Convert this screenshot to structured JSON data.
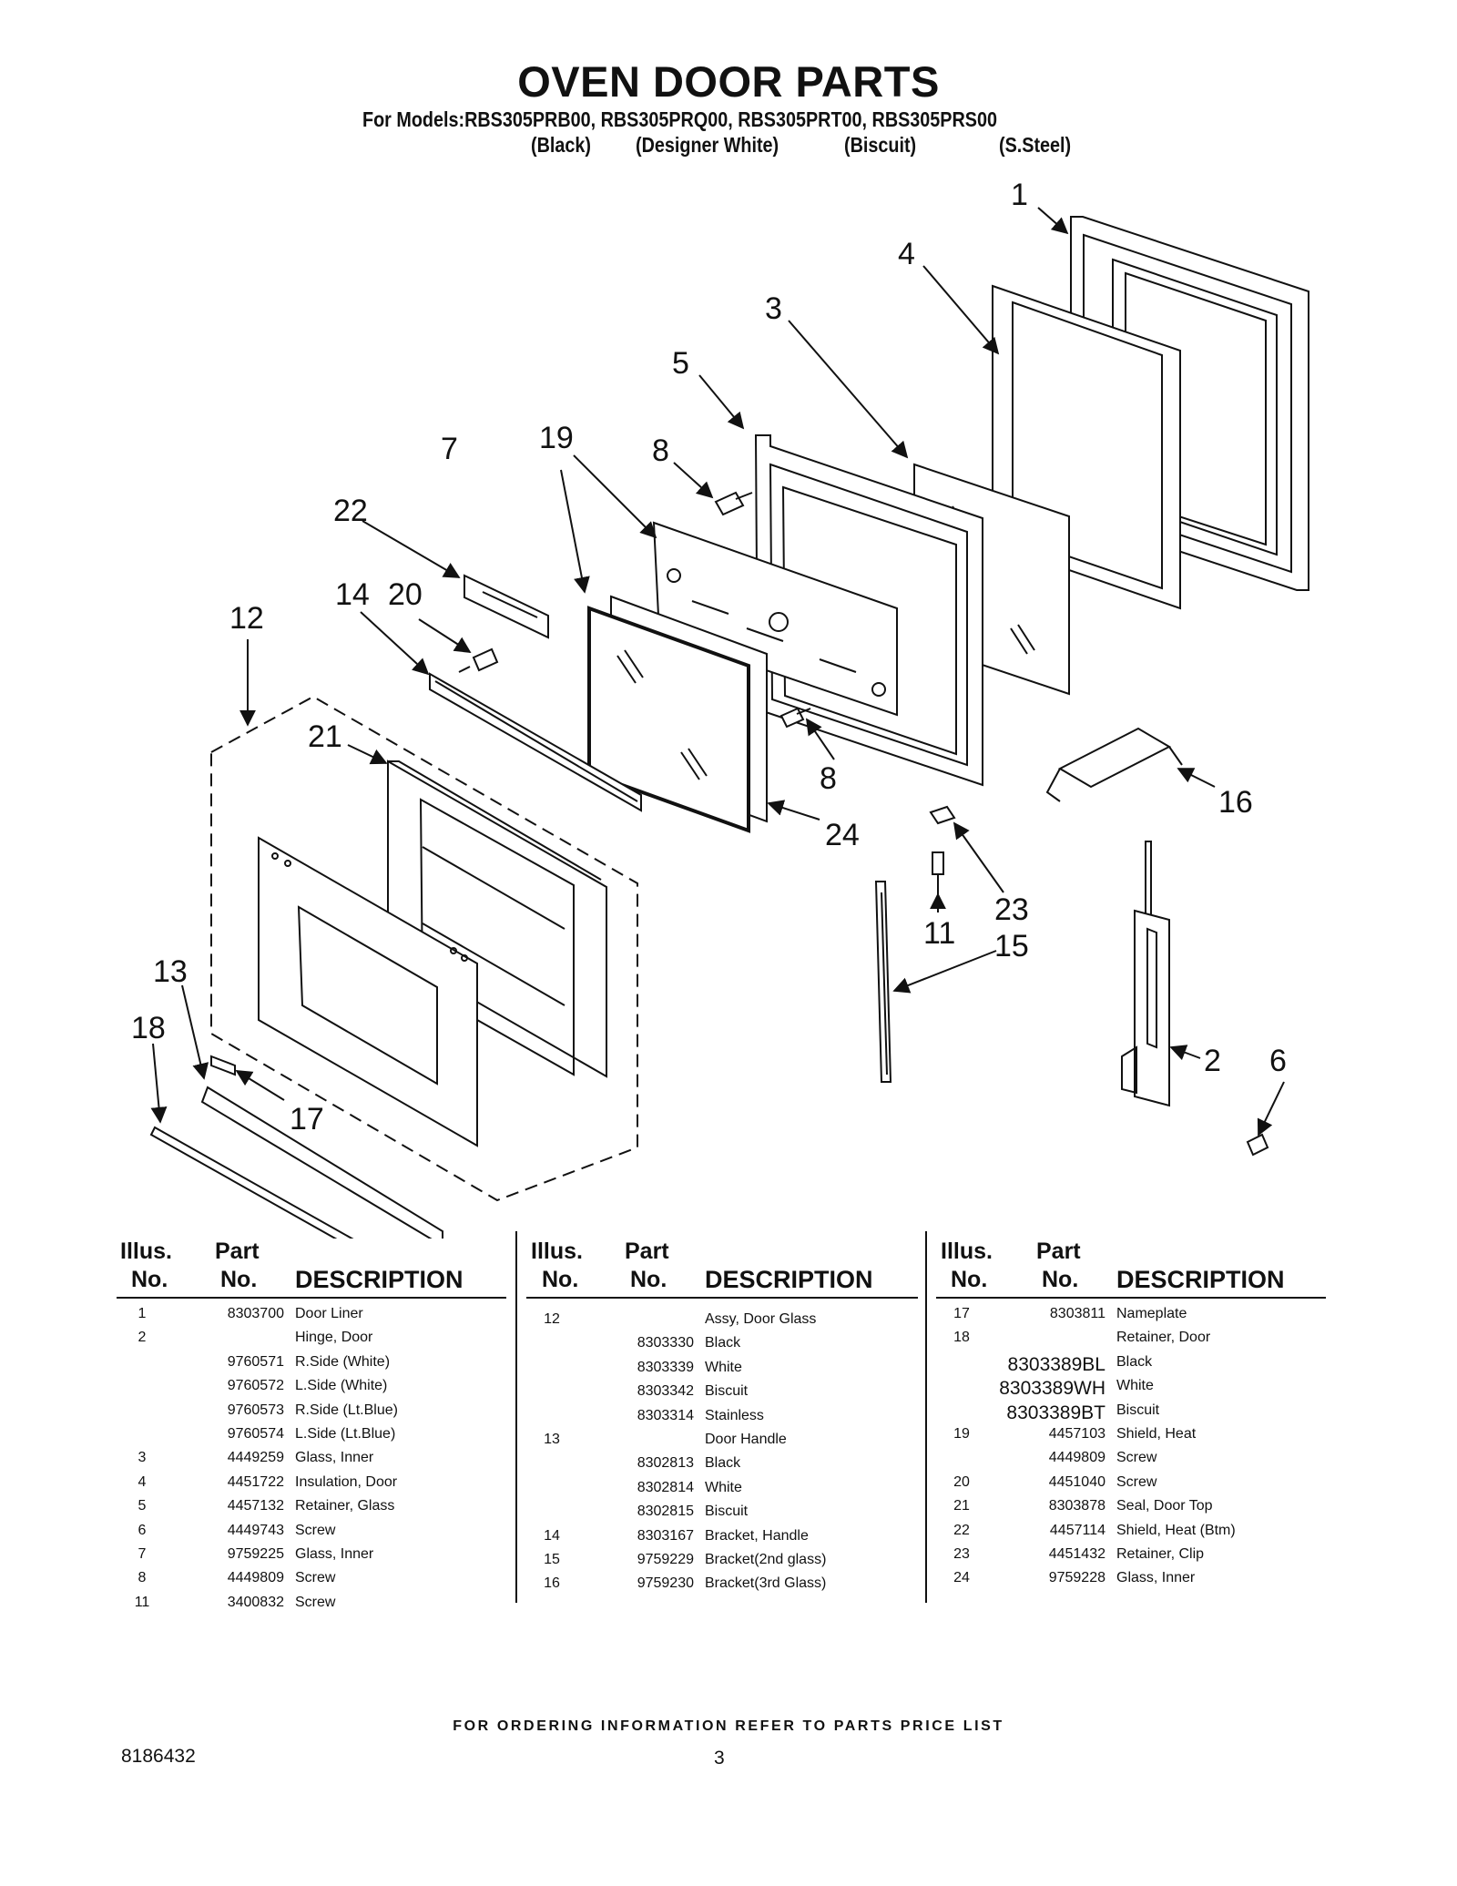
{
  "title": "OVEN DOOR PARTS",
  "models_line": "For Models:RBS305PRB00, RBS305PRQ00, RBS305PRT00, RBS305PRS00",
  "model_colors": [
    "(Black)",
    "(Designer White)",
    "(Biscuit)",
    "(S.Steel)"
  ],
  "callouts": [
    "1",
    "4",
    "3",
    "5",
    "7",
    "19",
    "8",
    "22",
    "14",
    "20",
    "12",
    "21",
    "8",
    "24",
    "16",
    "23",
    "11",
    "15",
    "13",
    "18",
    "17",
    "2",
    "6"
  ],
  "table_headers": {
    "illus": "Illus.",
    "no": "No.",
    "part": "Part",
    "part_no": "No.",
    "description": "DESCRIPTION"
  },
  "columns": [
    {
      "rows": [
        {
          "no": "1",
          "part": "8303700",
          "desc": "Door Liner"
        },
        {
          "no": "2",
          "part": "",
          "desc": "Hinge, Door"
        },
        {
          "no": "",
          "part": "9760571",
          "desc": "R.Side (White)"
        },
        {
          "no": "",
          "part": "9760572",
          "desc": "L.Side (White)"
        },
        {
          "no": "",
          "part": "9760573",
          "desc": "R.Side (Lt.Blue)"
        },
        {
          "no": "",
          "part": "9760574",
          "desc": "L.Side (Lt.Blue)"
        },
        {
          "no": "3",
          "part": "4449259",
          "desc": "Glass, Inner"
        },
        {
          "no": "4",
          "part": "4451722",
          "desc": "Insulation, Door"
        },
        {
          "no": "5",
          "part": "4457132",
          "desc": "Retainer, Glass"
        },
        {
          "no": "6",
          "part": "4449743",
          "desc": "Screw"
        },
        {
          "no": "7",
          "part": "9759225",
          "desc": "Glass, Inner"
        },
        {
          "no": "8",
          "part": "4449809",
          "desc": "Screw"
        },
        {
          "no": "11",
          "part": "3400832",
          "desc": "Screw"
        }
      ]
    },
    {
      "rows": [
        {
          "no": "12",
          "part": "",
          "desc": "Assy, Door Glass"
        },
        {
          "no": "",
          "part": "8303330",
          "desc": "Black"
        },
        {
          "no": "",
          "part": "8303339",
          "desc": "White"
        },
        {
          "no": "",
          "part": "8303342",
          "desc": "Biscuit"
        },
        {
          "no": "",
          "part": "8303314",
          "desc": "Stainless"
        },
        {
          "no": "13",
          "part": "",
          "desc": "Door Handle"
        },
        {
          "no": "",
          "part": "8302813",
          "desc": "Black"
        },
        {
          "no": "",
          "part": "8302814",
          "desc": "White"
        },
        {
          "no": "",
          "part": "8302815",
          "desc": "Biscuit"
        },
        {
          "no": "14",
          "part": "8303167",
          "desc": "Bracket, Handle"
        },
        {
          "no": "15",
          "part": "9759229",
          "desc": "Bracket(2nd glass)"
        },
        {
          "no": "16",
          "part": "9759230",
          "desc": "Bracket(3rd Glass)"
        }
      ]
    },
    {
      "rows": [
        {
          "no": "17",
          "part": "8303811",
          "desc": "Nameplate"
        },
        {
          "no": "18",
          "part": "",
          "desc": "Retainer, Door"
        },
        {
          "no": "",
          "part": "8303389BL",
          "desc": "Black"
        },
        {
          "no": "",
          "part": "8303389WH",
          "desc": "White"
        },
        {
          "no": "",
          "part": "8303389BT",
          "desc": "Biscuit"
        },
        {
          "no": "19",
          "part": "4457103",
          "desc": "Shield, Heat"
        },
        {
          "no": "",
          "part": "4449809",
          "desc": "Screw"
        },
        {
          "no": "20",
          "part": "4451040",
          "desc": "Screw"
        },
        {
          "no": "21",
          "part": "8303878",
          "desc": "Seal, Door Top"
        },
        {
          "no": "22",
          "part": "4457114",
          "desc": "Shield, Heat (Btm)"
        },
        {
          "no": "23",
          "part": "4451432",
          "desc": "Retainer, Clip"
        },
        {
          "no": "24",
          "part": "9759228",
          "desc": "Glass, Inner"
        }
      ]
    }
  ],
  "footer_note": "FOR ORDERING INFORMATION REFER TO PARTS PRICE LIST",
  "doc_number": "8186432",
  "page_number": "3"
}
